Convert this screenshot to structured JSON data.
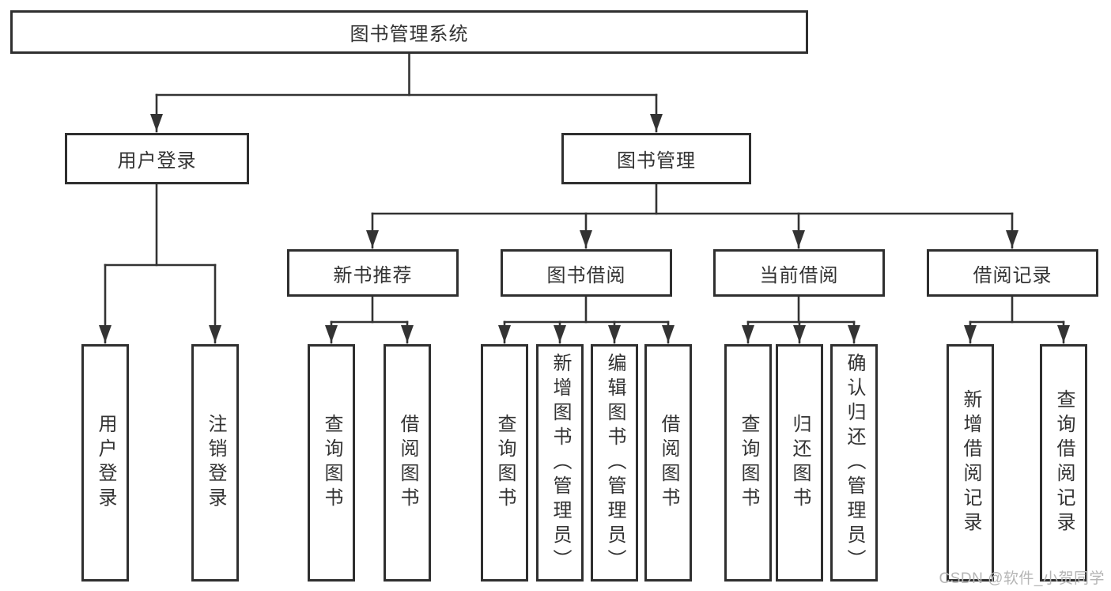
{
  "diagram": {
    "root": {
      "label": "图书管理系统"
    },
    "branches": {
      "user_login": {
        "label": "用户登录",
        "children": [
          "用户登录",
          "注销登录"
        ]
      },
      "book_mgmt": {
        "label": "图书管理"
      }
    },
    "modules": [
      {
        "label": "新书推荐",
        "children": [
          "查询图书",
          "借阅图书"
        ]
      },
      {
        "label": "图书借阅",
        "children": [
          "查询图书",
          "新增图书（管理员）",
          "编辑图书（管理员）",
          "借阅图书"
        ]
      },
      {
        "label": "当前借阅",
        "children": [
          "查询图书",
          "归还图书",
          "确认归还（管理员）"
        ]
      },
      {
        "label": "借阅记录",
        "children": [
          "新增借阅记录",
          "查询借阅记录"
        ]
      }
    ]
  },
  "watermark": {
    "text": "CSDN @软件_小贺同学"
  },
  "colors": {
    "line": "#333333",
    "box_border": "#2f2f2f",
    "text": "#333333",
    "watermark": "#b5b5b5"
  }
}
